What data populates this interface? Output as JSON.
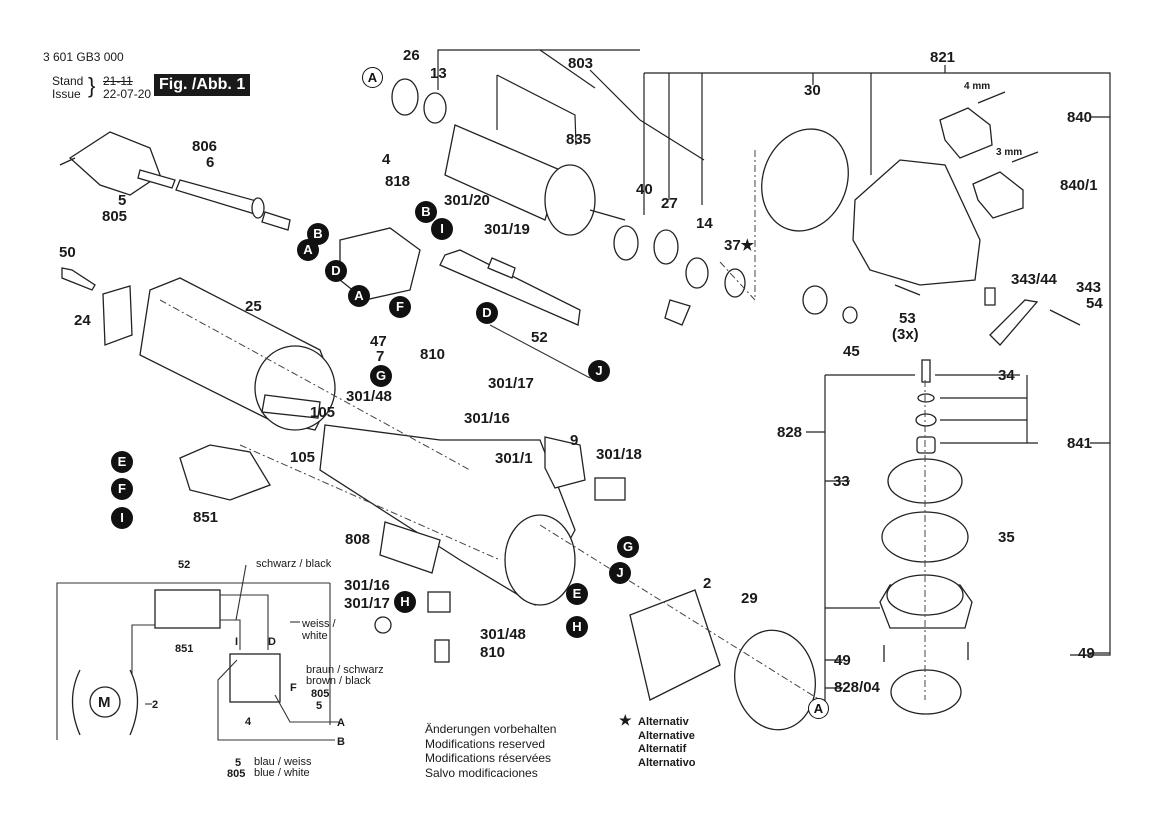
{
  "header": {
    "part_number": "3 601 GB3 000",
    "stand_label": "Stand",
    "issue_label": "Issue",
    "old_date": "21-11",
    "date": "22-07-20",
    "figure_label": "Fig. /Abb. 1"
  },
  "part_labels": {
    "p26": "26",
    "p13": "13",
    "p803": "803",
    "p835": "835",
    "p821": "821",
    "p30": "30",
    "p40": "40",
    "p27": "27",
    "p14": "14",
    "p37": "37★",
    "p840": "840",
    "p840_1": "840/1",
    "p4mm": "4 mm",
    "p3mm": "3 mm",
    "p806": "806",
    "p6": "6",
    "p5": "5",
    "p805": "805",
    "p4": "4",
    "p818": "818",
    "p301_20": "301/20",
    "p301_19": "301/19",
    "p50": "50",
    "p24": "24",
    "p25": "25",
    "p47": "47",
    "p7": "7",
    "p810": "810",
    "p301_17": "301/17",
    "p301_48": "301/48",
    "p301_16": "301/16",
    "p52": "52",
    "p105a": "105",
    "p105b": "105",
    "p9": "9",
    "p301_1": "301/1",
    "p301_18": "301/18",
    "p851": "851",
    "p808": "808",
    "p301_16b": "301/16",
    "p301_17b": "301/17",
    "p301_48b": "301/48",
    "p810b": "810",
    "p2": "2",
    "p29": "29",
    "p343_44": "343/44",
    "p343": "343",
    "p54": "54",
    "p53": "53",
    "p3x": "(3x)",
    "p45": "45",
    "p34": "34",
    "p828": "828",
    "p841": "841",
    "p33": "33",
    "p35": "35",
    "p49a": "49",
    "p49b": "49",
    "p828_04": "828/04"
  },
  "connectors": {
    "A": "A",
    "B": "B",
    "D": "D",
    "E": "E",
    "F": "F",
    "G": "G",
    "H": "H",
    "I": "I",
    "J": "J"
  },
  "wiring_diagram": {
    "motor": "M",
    "label_52": "52",
    "label_851": "851",
    "label_2": "2",
    "label_4": "4",
    "label_5a": "5",
    "label_805a": "805",
    "label_5b": "5",
    "label_805b": "805",
    "terminal_I": "I",
    "terminal_D": "D",
    "terminal_F": "F",
    "line_A": "A",
    "line_B": "B",
    "wire_black": "schwarz / black",
    "wire_white_1": "weiss /",
    "wire_white_2": "white",
    "wire_brown_1": "braun / schwarz",
    "wire_brown_2": "brown / black",
    "wire_blue_1": "blau / weiss",
    "wire_blue_2": "blue / white"
  },
  "notes": [
    "Änderungen vorbehalten",
    "Modifications reserved",
    "Modifications réservées",
    "Salvo modificaciones"
  ],
  "alternative": {
    "symbol": "★",
    "lines": [
      "Alternativ",
      "Alternative",
      "Alternatif",
      "Alternativo"
    ]
  }
}
